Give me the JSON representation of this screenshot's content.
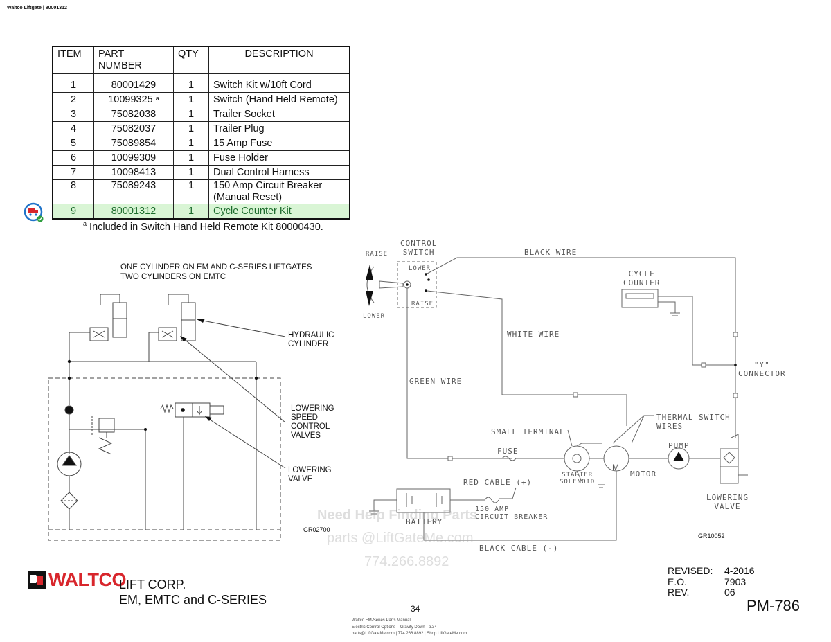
{
  "header": {
    "doc_title": "Waltco Liftgate | 80001312"
  },
  "table": {
    "headers": {
      "item": "ITEM",
      "part_line1": "PART",
      "part_line2": "NUMBER",
      "qty": "QTY",
      "desc": "DESCRIPTION"
    },
    "rows": [
      {
        "item": "1",
        "part": "80001429",
        "sup": "",
        "qty": "1",
        "desc": "Switch Kit w/10ft Cord",
        "desc2": ""
      },
      {
        "item": "2",
        "part": "10099325",
        "sup": "a",
        "qty": "1",
        "desc": "Switch (Hand Held Remote)",
        "desc2": ""
      },
      {
        "item": "3",
        "part": "75082038",
        "sup": "",
        "qty": "1",
        "desc": "Trailer Socket",
        "desc2": ""
      },
      {
        "item": "4",
        "part": "75082037",
        "sup": "",
        "qty": "1",
        "desc": "Trailer Plug",
        "desc2": ""
      },
      {
        "item": "5",
        "part": "75089854",
        "sup": "",
        "qty": "1",
        "desc": "15 Amp Fuse",
        "desc2": ""
      },
      {
        "item": "6",
        "part": "10099309",
        "sup": "",
        "qty": "1",
        "desc": "Fuse Holder",
        "desc2": ""
      },
      {
        "item": "7",
        "part": "10098413",
        "sup": "",
        "qty": "1",
        "desc": "Dual Control Harness",
        "desc2": ""
      },
      {
        "item": "8",
        "part": "75089243",
        "sup": "",
        "qty": "1",
        "desc": "150 Amp Circuit Breaker",
        "desc2": "(Manual Reset)"
      },
      {
        "item": "9",
        "part": "80001312",
        "sup": "",
        "qty": "1",
        "desc": "Cycle Counter Kit",
        "desc2": ""
      }
    ],
    "footnote_mark": "a",
    "footnote": "Included in Switch Hand Held Remote Kit 80000430."
  },
  "hydraulic": {
    "title1": "ONE CYLINDER ON EM AND C-SERIES LIFTGATES",
    "title2": "TWO CYLINDERS ON EMTC",
    "cyl1": "HYDRAULIC",
    "cyl2": "CYLINDER",
    "lsv1": "LOWERING",
    "lsv2": "SPEED",
    "lsv3": "CONTROL",
    "lsv4": "VALVES",
    "lv1": "LOWERING",
    "lv2": "VALVE",
    "code": "GR02700"
  },
  "electrical": {
    "raise": "RAISE",
    "lower": "LOWER",
    "control1": "CONTROL",
    "control2": "SWITCH",
    "sw_lower": "LOWER",
    "sw_raise": "RAISE",
    "black_wire": "BLACK WIRE",
    "cycle1": "CYCLE",
    "cycle2": "COUNTER",
    "white_wire": "WHITE WIRE",
    "green_wire": "GREEN WIRE",
    "y1": "\"Y\"",
    "y2": "CONNECTOR",
    "thermal1": "THERMAL SWITCH",
    "thermal2": "WIRES",
    "small_terminal": "SMALL TERMINAL",
    "pump": "PUMP",
    "fuse": "FUSE",
    "red_cable": "RED CABLE (+)",
    "starter1": "STARTER",
    "starter2": "SOLENOID",
    "motor": "MOTOR",
    "m": "M",
    "lv1": "LOWERING",
    "lv2": "VALVE",
    "battery": "BATTERY",
    "breaker1": "150 AMP",
    "breaker2": "CIRCUIT BREAKER",
    "black_cable": "BLACK CABLE (-)",
    "code": "GR10052"
  },
  "watermark": {
    "line1": "Need Help Finding Parts",
    "line2": "parts @LiftGateMe.com",
    "line3": "774.266.8892"
  },
  "footer": {
    "logo": "WALTCO",
    "corp": "LIFT CORP.",
    "series": "EM, EMTC and C-SERIES",
    "revised_label": "REVISED:",
    "revised": "4-2016",
    "eo_label": "E.O.",
    "eo": "7903",
    "rev_label": "REV.",
    "rev": "06",
    "page": "34",
    "pm": "PM-786",
    "small1": "Waltco EM-Series Parts Manual",
    "small2": "Electric Control Options – Gravity Down · p.34",
    "small3": "parts@LiftGateMe.com | 774.266.8892 | Shop LiftGateMe.com"
  },
  "colors": {
    "highlight": "#d9f5d5",
    "logo_red": "#d8262c",
    "badge_blue": "#1f73c9"
  }
}
